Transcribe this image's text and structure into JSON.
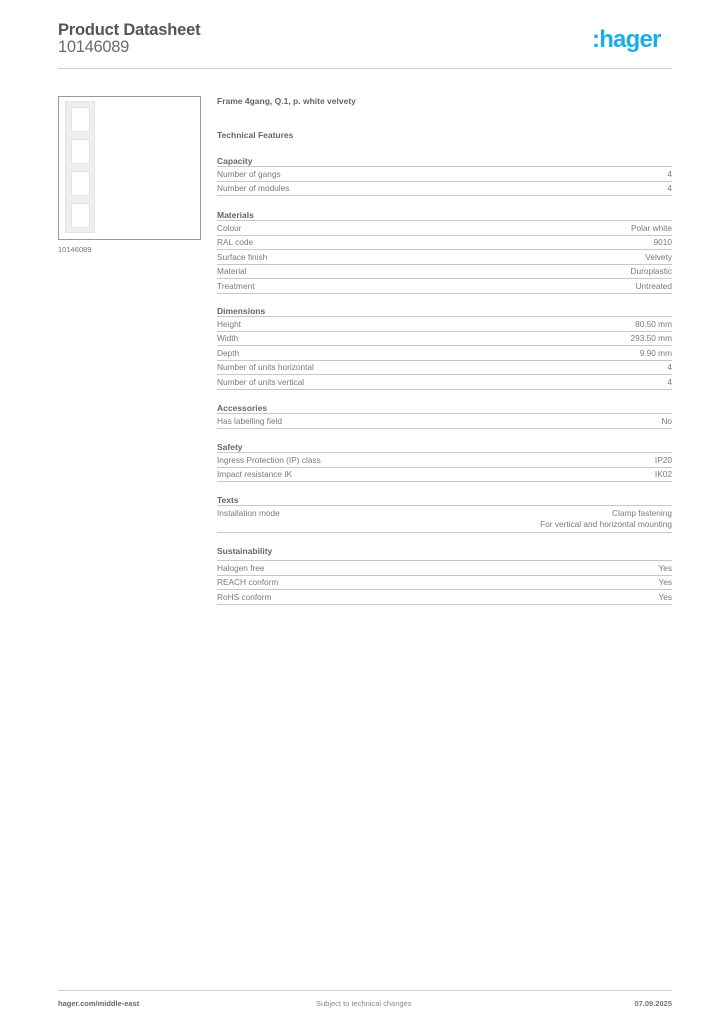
{
  "header": {
    "title": "Product Datasheet",
    "product_number": "10146089",
    "logo_text": ":hager",
    "logo_color": "#1aaee6"
  },
  "image": {
    "alt": "4-gang vertical frame, white",
    "caption": "10146089"
  },
  "product": {
    "name": "Frame 4gang, Q.1, p. white velvety",
    "features_title": "Technical Features"
  },
  "sections": [
    {
      "heading": "Capacity",
      "rows": [
        {
          "label": "Number of gangs",
          "value": "4"
        },
        {
          "label": "Number of modules",
          "value": "4"
        }
      ]
    },
    {
      "heading": "Materials",
      "rows": [
        {
          "label": "Colour",
          "value": "Polar white"
        },
        {
          "label": "RAL code",
          "value": "9010"
        },
        {
          "label": "Surface finish",
          "value": "Velvety"
        },
        {
          "label": "Material",
          "value": "Duroplastic"
        },
        {
          "label": "Treatment",
          "value": "Untreated"
        }
      ]
    },
    {
      "heading": "Dimensions",
      "rows": [
        {
          "label": "Height",
          "value": "80.50 mm"
        },
        {
          "label": "Width",
          "value": "293.50 mm"
        },
        {
          "label": "Depth",
          "value": "9.90 mm"
        },
        {
          "label": "Number of units horizontal",
          "value": "4"
        },
        {
          "label": "Number of units vertical",
          "value": "4"
        }
      ]
    },
    {
      "heading": "Accessories",
      "rows": [
        {
          "label": "Has labelling field",
          "value": "No"
        }
      ]
    },
    {
      "heading": "Safety",
      "rows": [
        {
          "label": "Ingress Protection (IP) class",
          "value": "IP20"
        },
        {
          "label": "Impact resistance IK",
          "value": "IK02"
        }
      ]
    },
    {
      "heading": "Texts",
      "rows": [
        {
          "label": "Installation mode",
          "value": "Clamp fastening",
          "value2": "For vertical and horizontal mounting"
        }
      ]
    },
    {
      "heading": "Sustainability",
      "rows": [
        {
          "label": "Halogen free",
          "value": "Yes"
        },
        {
          "label": "REACH conform",
          "value": "Yes"
        },
        {
          "label": "RoHS conform",
          "value": "Yes"
        }
      ]
    }
  ],
  "footer": {
    "website": "hager.com/middle-east",
    "disclaimer": "Subject to technical changes",
    "date": "07.09.2025"
  }
}
